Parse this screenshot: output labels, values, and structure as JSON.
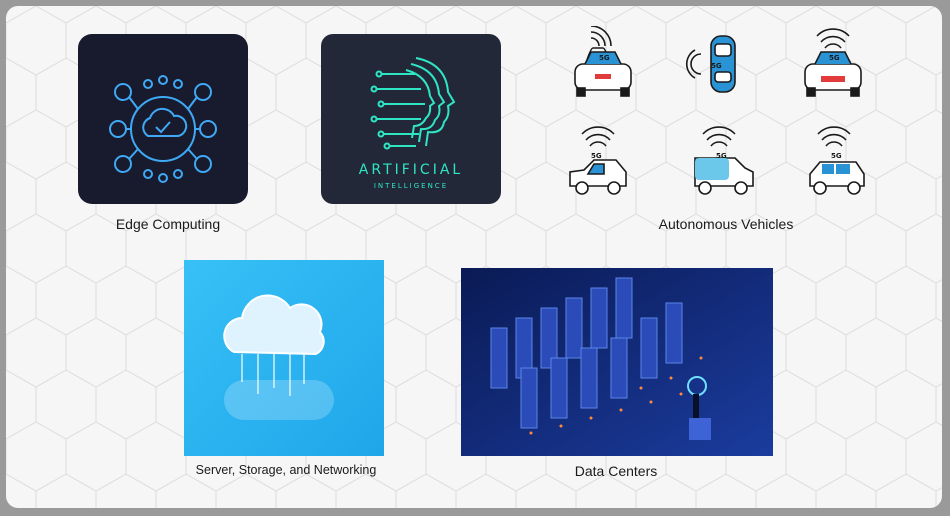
{
  "captions": {
    "edge": "Edge Computing",
    "av": "Autonomous Vehicles",
    "ssn": "Server, Storage, and Networking",
    "dc": "Data Centers"
  },
  "ai_tile": {
    "title": "ARTIFICIAL",
    "subtitle": "INTELLIGENCE"
  },
  "vehicles": {
    "badge": "5G"
  },
  "colors": {
    "edge_bg": "#181a2e",
    "edge_accent": "#3fa9f5",
    "ai_bg": "#232838",
    "ai_accent": "#2ee6c4",
    "car_blue": "#2a93d5",
    "cloud_bg": "#22b3f0",
    "dc_bg": "#0d1f5c"
  }
}
